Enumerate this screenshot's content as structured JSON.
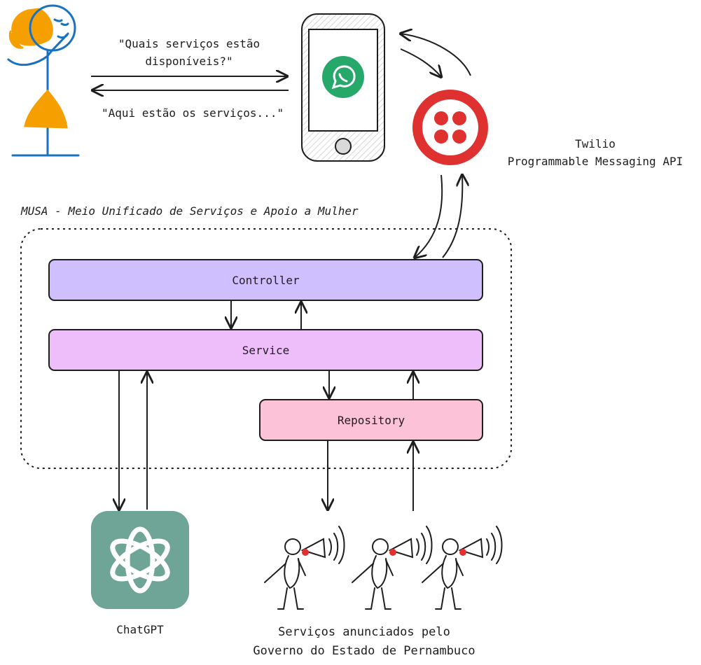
{
  "messages": {
    "question": "\"Quais serviços estão disponíveis?\"",
    "answer": "\"Aqui estão os serviços...\""
  },
  "twilio": {
    "line1": "Twilio",
    "line2": "Programmable Messaging API"
  },
  "system": {
    "title": "MUSA -  Meio Unificado de Serviços e Apoio a Mulher",
    "layers": {
      "controller": "Controller",
      "service": "Service",
      "repository": "Repository"
    }
  },
  "external": {
    "chatgpt": "ChatGPT",
    "services_line1": "Serviços anunciados pelo",
    "services_line2": "Governo do Estado de Pernambuco"
  },
  "colors": {
    "controller": "#d0bfff",
    "service": "#eebefa",
    "repository": "#fcc2d7",
    "chatgpt": "#6fa597",
    "twilio": "#e03131",
    "whatsapp": "#25a86a",
    "hair": "#f59f00",
    "stroke": "#1e1e1e"
  },
  "icons": {
    "user": "woman-stick-figure-icon",
    "phone": "smartphone-icon",
    "whatsapp": "whatsapp-icon",
    "twilio": "twilio-logo-icon",
    "chatgpt": "chatgpt-logo-icon",
    "announcers": "megaphone-person-icon"
  }
}
